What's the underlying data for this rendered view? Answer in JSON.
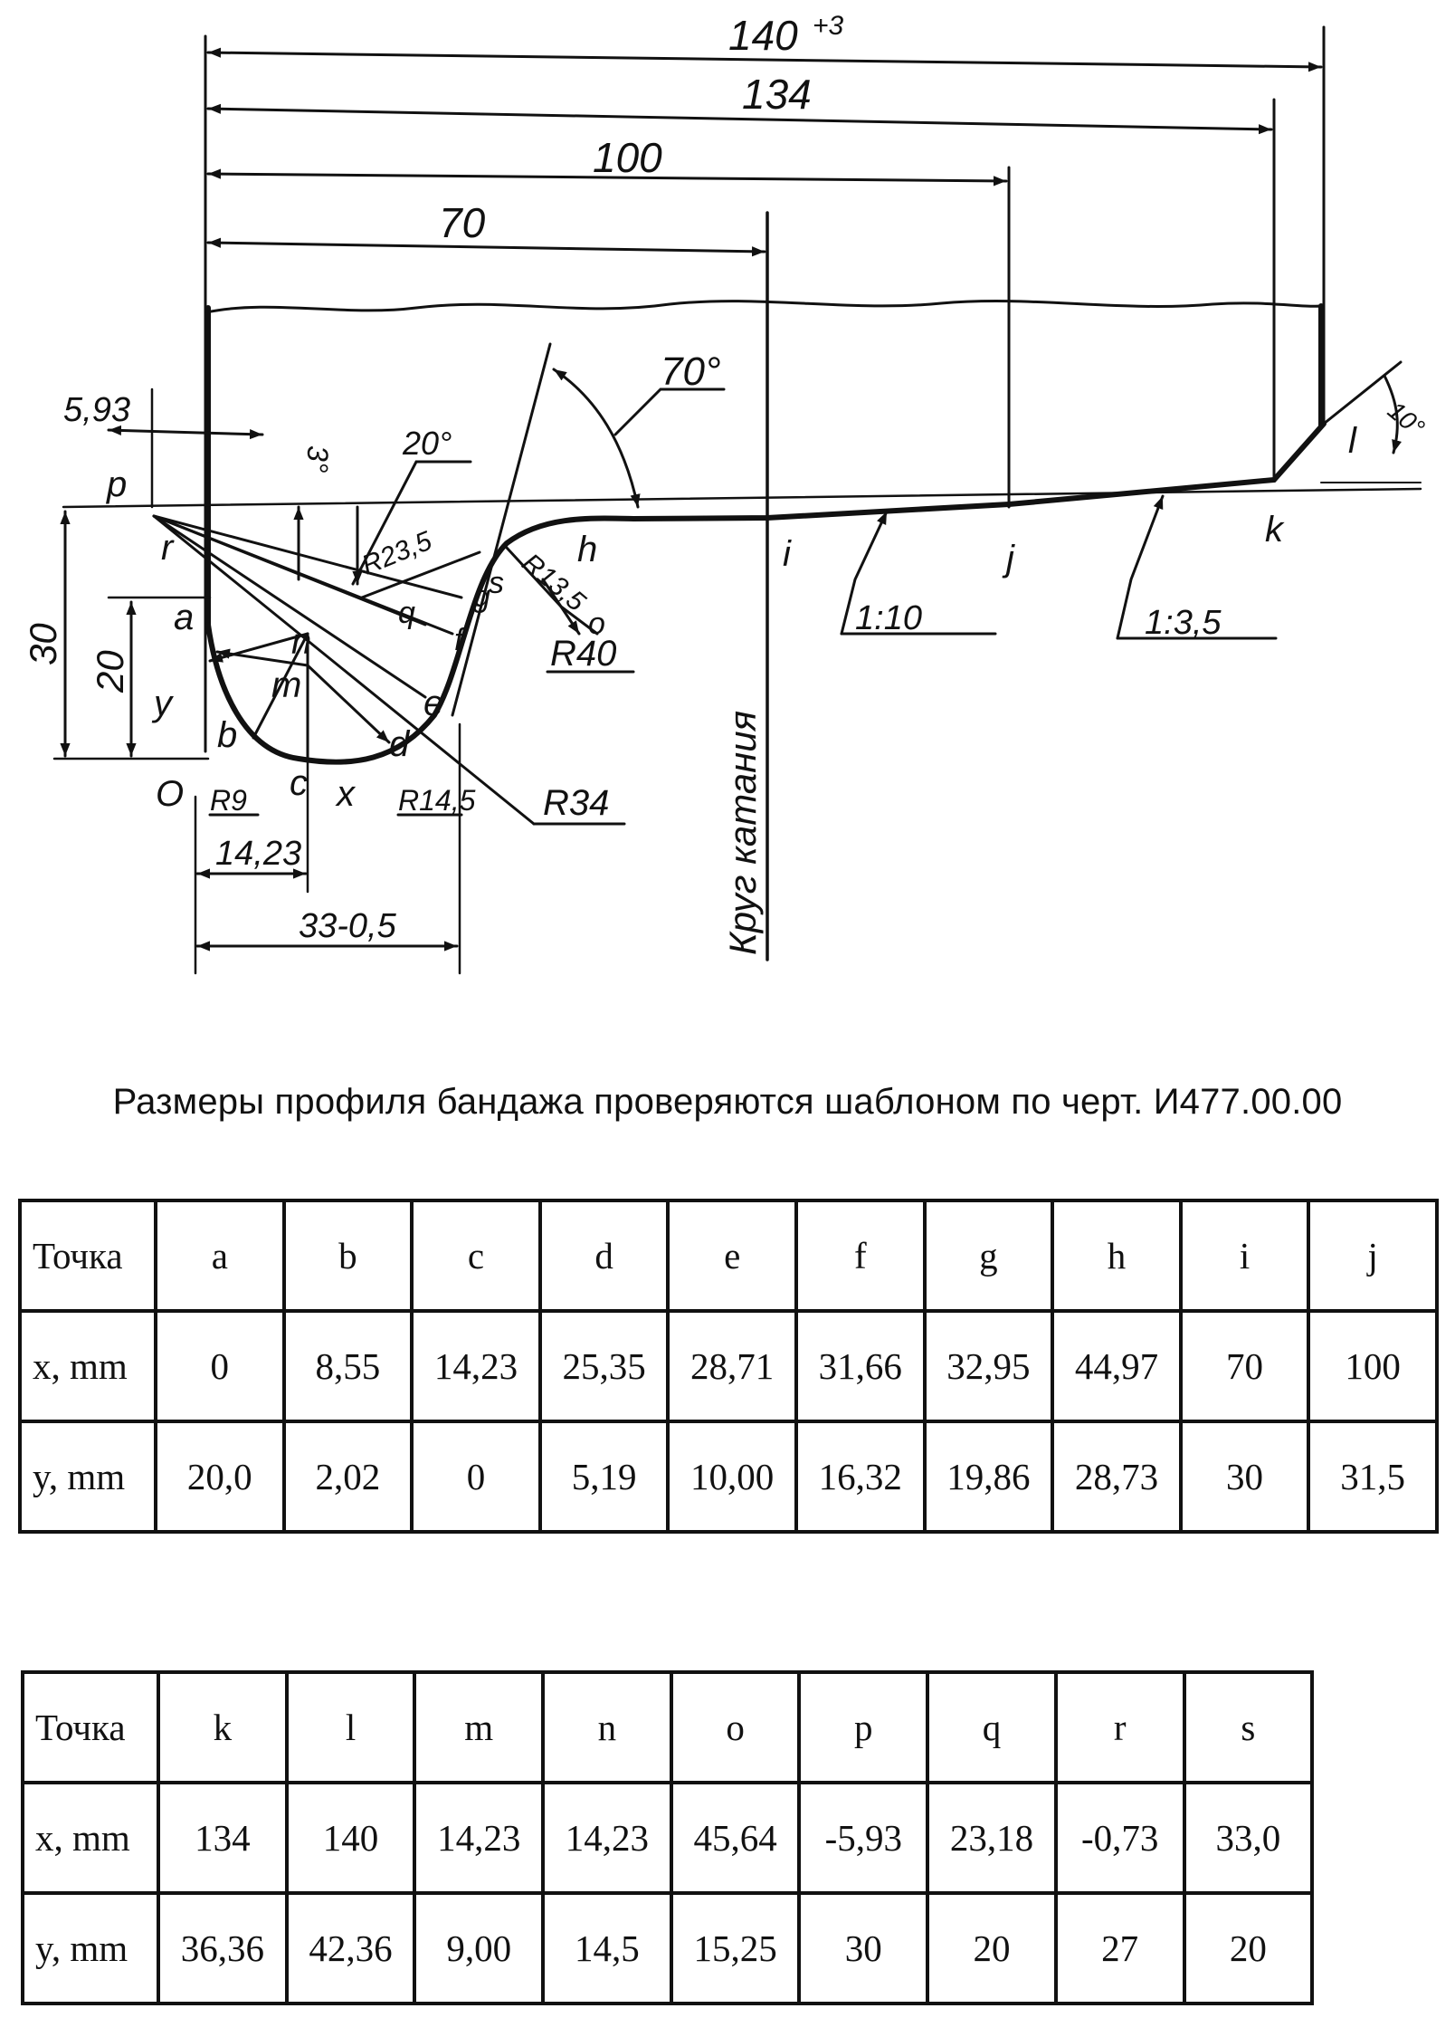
{
  "drawing": {
    "dims": {
      "overall": "140",
      "overall_tol": "+3",
      "d134": "134",
      "d100": "100",
      "d70": "70",
      "d593": "5,93",
      "d30": "30",
      "d20": "20",
      "d1423": "14,23",
      "d33": "33-0,5"
    },
    "angles": {
      "a70": "70°",
      "a20": "20°",
      "a3": "3°",
      "a10": "10°"
    },
    "radii": {
      "r235": "R23,5",
      "r135": "R13,5",
      "r40": "R40",
      "r9": "R9",
      "r145": "R14,5",
      "r34": "R34"
    },
    "tapers": {
      "t110": "1:10",
      "t135": "1:3,5"
    },
    "rolling_circle": "Круг катания",
    "point_labels": [
      "p",
      "r",
      "a",
      "y",
      "b",
      "O",
      "c",
      "x",
      "m",
      "n",
      "d",
      "e",
      "f",
      "q",
      "g",
      "s",
      "h",
      "o",
      "i",
      "j",
      "k",
      "l"
    ]
  },
  "caption": "Размеры профиля бандажа проверяются шаблоном по черт. И477.00.00",
  "table1": {
    "row_labels": [
      "Точка",
      "x, mm",
      "y, mm"
    ],
    "points": [
      "a",
      "b",
      "c",
      "d",
      "e",
      "f",
      "g",
      "h",
      "i",
      "j"
    ],
    "x": [
      "0",
      "8,55",
      "14,23",
      "25,35",
      "28,71",
      "31,66",
      "32,95",
      "44,97",
      "70",
      "100"
    ],
    "y": [
      "20,0",
      "2,02",
      "0",
      "5,19",
      "10,00",
      "16,32",
      "19,86",
      "28,73",
      "30",
      "31,5"
    ]
  },
  "table2": {
    "row_labels": [
      "Точка",
      "x, mm",
      "y, mm"
    ],
    "points": [
      "k",
      "l",
      "m",
      "n",
      "o",
      "p",
      "q",
      "r",
      "s"
    ],
    "x": [
      "134",
      "140",
      "14,23",
      "14,23",
      "45,64",
      "-5,93",
      "23,18",
      "-0,73",
      "33,0"
    ],
    "y": [
      "36,36",
      "42,36",
      "9,00",
      "14,5",
      "15,25",
      "30",
      "20",
      "27",
      "20"
    ]
  }
}
